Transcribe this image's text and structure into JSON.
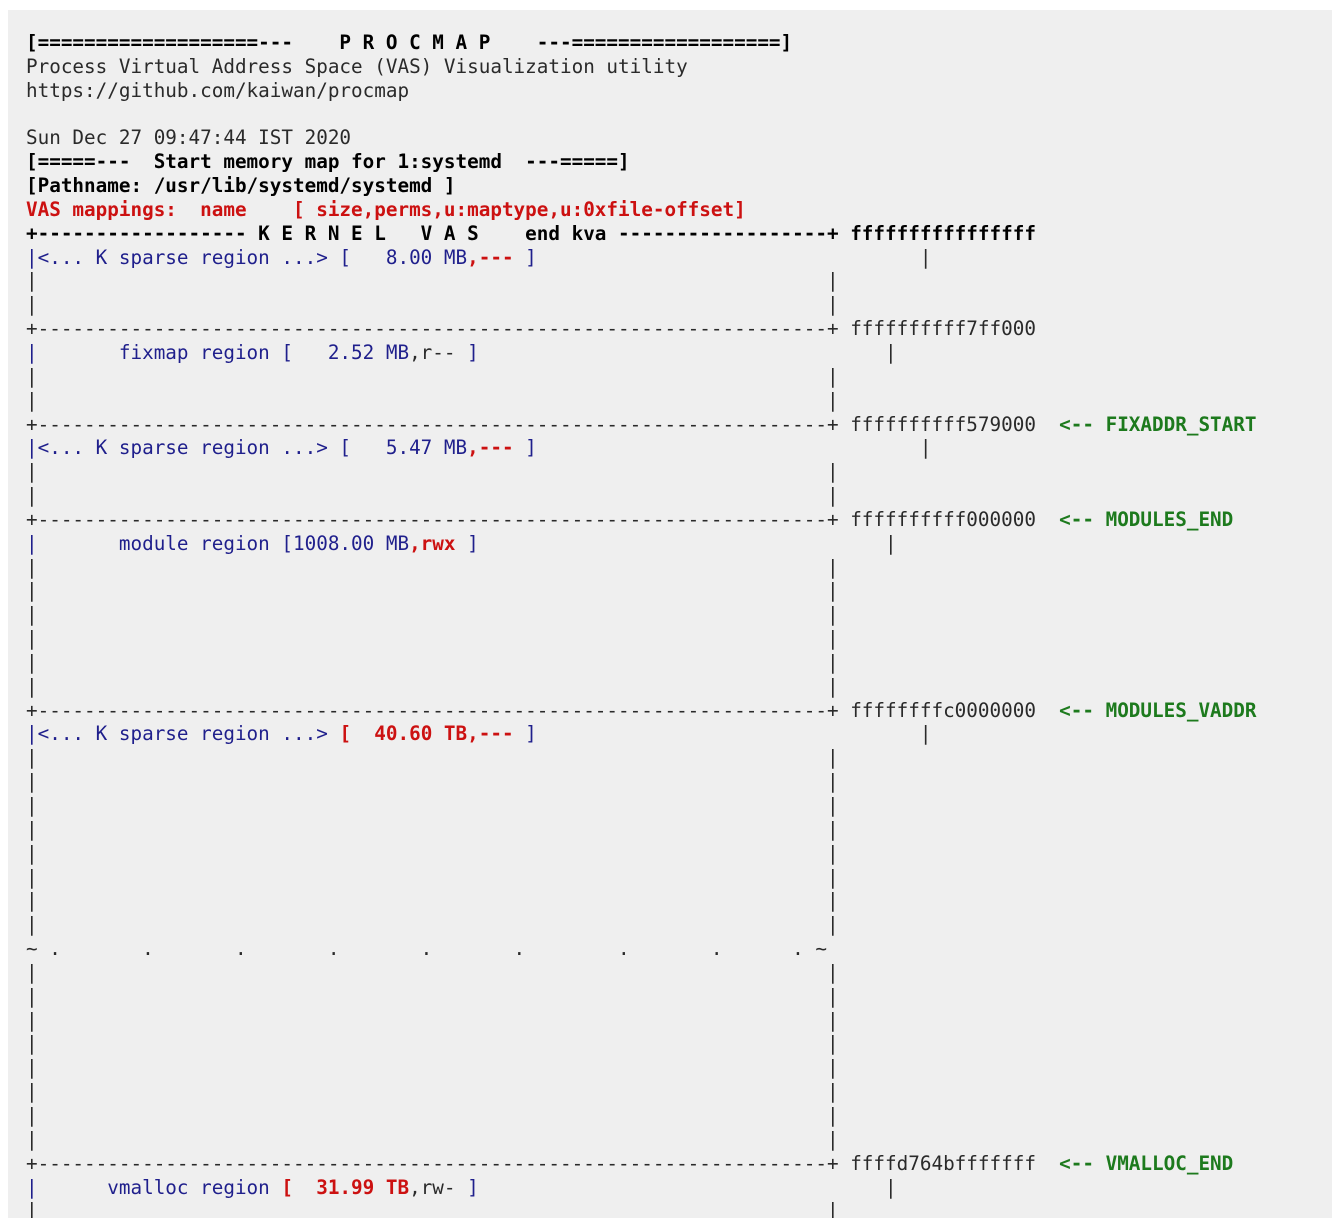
{
  "colors": {
    "background": "#efefef",
    "plain": "#2a2a2a",
    "dark": "#000000",
    "red": "#cc1111",
    "blue": "#1f1f8c",
    "green": "#1d7a1d"
  },
  "lines": [
    {
      "name": "banner-line",
      "segments": [
        {
          "text": "[===================---    P R O C M A P    ---==================]",
          "tone": "dark",
          "bold": true
        }
      ]
    },
    {
      "name": "subtitle-line",
      "segments": [
        {
          "text": "Process Virtual Address Space (VAS) Visualization utility",
          "tone": "plain"
        }
      ]
    },
    {
      "name": "url-line",
      "segments": [
        {
          "text": "https://github.com/kaiwan/procmap",
          "tone": "plain"
        }
      ]
    },
    {
      "name": "blank-line",
      "segments": [
        {
          "text": "",
          "tone": "plain"
        }
      ]
    },
    {
      "name": "timestamp-line",
      "segments": [
        {
          "text": "Sun Dec 27 09:47:44 IST 2020",
          "tone": "plain"
        }
      ]
    },
    {
      "name": "map-start-line",
      "segments": [
        {
          "text": "[=====---  Start memory map for 1:systemd  ---=====]",
          "tone": "dark",
          "bold": true
        }
      ]
    },
    {
      "name": "pathname-line",
      "segments": [
        {
          "text": "[Pathname: /usr/lib/systemd/systemd ]",
          "tone": "dark",
          "bold": true
        }
      ]
    },
    {
      "name": "legend-line",
      "segments": [
        {
          "text": "VAS mappings:  name    [ size,perms,u:maptype,u:0xfile-offset]",
          "tone": "red",
          "bold": true
        }
      ]
    },
    {
      "name": "kernel-vas-header",
      "segments": [
        {
          "text": "+------------------ K E R N E L   V A S    end kva ------------------+ ",
          "tone": "dark",
          "bold": true
        },
        {
          "text": "ffffffffffffffff",
          "tone": "dark",
          "bold": true
        }
      ]
    },
    {
      "name": "k-sparse-region-1",
      "segments": [
        {
          "text": "|<... K sparse region ...> [   8.00 MB",
          "tone": "blue"
        },
        {
          "text": ",---",
          "tone": "red",
          "bold": true
        },
        {
          "text": " ]",
          "tone": "blue"
        },
        {
          "text": "                                 |",
          "tone": "plain"
        }
      ]
    },
    {
      "name": "gap-line",
      "segments": [
        {
          "text": "|                                                                    |",
          "tone": "plain"
        }
      ]
    },
    {
      "name": "gap-line",
      "segments": [
        {
          "text": "|                                                                    |",
          "tone": "plain"
        }
      ]
    },
    {
      "name": "boundary-line",
      "segments": [
        {
          "text": "+--------------------------------------------------------------------+ ",
          "tone": "plain"
        },
        {
          "text": "ffffffffff7ff000",
          "tone": "plain"
        }
      ]
    },
    {
      "name": "fixmap-region",
      "segments": [
        {
          "text": "|       fixmap region [   2.52 MB",
          "tone": "blue"
        },
        {
          "text": ",r--",
          "tone": "plain"
        },
        {
          "text": " ]",
          "tone": "blue"
        },
        {
          "text": "                                   |",
          "tone": "plain"
        }
      ]
    },
    {
      "name": "gap-line",
      "segments": [
        {
          "text": "|                                                                    |",
          "tone": "plain"
        }
      ]
    },
    {
      "name": "gap-line",
      "segments": [
        {
          "text": "|                                                                    |",
          "tone": "plain"
        }
      ]
    },
    {
      "name": "boundary-line",
      "segments": [
        {
          "text": "+--------------------------------------------------------------------+ ",
          "tone": "plain"
        },
        {
          "text": "ffffffffff579000",
          "tone": "plain"
        },
        {
          "text": "  <-- FIXADDR_START",
          "tone": "green",
          "bold": true
        }
      ]
    },
    {
      "name": "k-sparse-region-2",
      "segments": [
        {
          "text": "|<... K sparse region ...> [   5.47 MB",
          "tone": "blue"
        },
        {
          "text": ",---",
          "tone": "red",
          "bold": true
        },
        {
          "text": " ]",
          "tone": "blue"
        },
        {
          "text": "                                 |",
          "tone": "plain"
        }
      ]
    },
    {
      "name": "gap-line",
      "segments": [
        {
          "text": "|                                                                    |",
          "tone": "plain"
        }
      ]
    },
    {
      "name": "gap-line",
      "segments": [
        {
          "text": "|                                                                    |",
          "tone": "plain"
        }
      ]
    },
    {
      "name": "boundary-line",
      "segments": [
        {
          "text": "+--------------------------------------------------------------------+ ",
          "tone": "plain"
        },
        {
          "text": "ffffffffff000000",
          "tone": "plain"
        },
        {
          "text": "  <-- MODULES_END",
          "tone": "green",
          "bold": true
        }
      ]
    },
    {
      "name": "module-region",
      "segments": [
        {
          "text": "|       module region [1008.00 MB",
          "tone": "blue"
        },
        {
          "text": ",rwx",
          "tone": "red",
          "bold": true
        },
        {
          "text": " ]",
          "tone": "blue"
        },
        {
          "text": "                                   |",
          "tone": "plain"
        }
      ]
    },
    {
      "name": "gap-line",
      "segments": [
        {
          "text": "|                                                                    |",
          "tone": "plain"
        }
      ]
    },
    {
      "name": "gap-line",
      "segments": [
        {
          "text": "|                                                                    |",
          "tone": "plain"
        }
      ]
    },
    {
      "name": "gap-line",
      "segments": [
        {
          "text": "|                                                                    |",
          "tone": "plain"
        }
      ]
    },
    {
      "name": "gap-line",
      "segments": [
        {
          "text": "|                                                                    |",
          "tone": "plain"
        }
      ]
    },
    {
      "name": "gap-line",
      "segments": [
        {
          "text": "|                                                                    |",
          "tone": "plain"
        }
      ]
    },
    {
      "name": "gap-line",
      "segments": [
        {
          "text": "|                                                                    |",
          "tone": "plain"
        }
      ]
    },
    {
      "name": "boundary-line",
      "segments": [
        {
          "text": "+--------------------------------------------------------------------+ ",
          "tone": "plain"
        },
        {
          "text": "ffffffffc0000000",
          "tone": "plain"
        },
        {
          "text": "  <-- MODULES_VADDR",
          "tone": "green",
          "bold": true
        }
      ]
    },
    {
      "name": "k-sparse-region-3",
      "segments": [
        {
          "text": "|<... K sparse region ...> ",
          "tone": "blue"
        },
        {
          "text": "[  40.60 TB",
          "tone": "red",
          "bold": true
        },
        {
          "text": ",---",
          "tone": "red",
          "bold": true
        },
        {
          "text": " ]",
          "tone": "blue"
        },
        {
          "text": "                                 |",
          "tone": "plain"
        }
      ]
    },
    {
      "name": "gap-line",
      "segments": [
        {
          "text": "|                                                                    |",
          "tone": "plain"
        }
      ]
    },
    {
      "name": "gap-line",
      "segments": [
        {
          "text": "|                                                                    |",
          "tone": "plain"
        }
      ]
    },
    {
      "name": "gap-line",
      "segments": [
        {
          "text": "|                                                                    |",
          "tone": "plain"
        }
      ]
    },
    {
      "name": "gap-line",
      "segments": [
        {
          "text": "|                                                                    |",
          "tone": "plain"
        }
      ]
    },
    {
      "name": "gap-line",
      "segments": [
        {
          "text": "|                                                                    |",
          "tone": "plain"
        }
      ]
    },
    {
      "name": "gap-line",
      "segments": [
        {
          "text": "|                                                                    |",
          "tone": "plain"
        }
      ]
    },
    {
      "name": "gap-line",
      "segments": [
        {
          "text": "|                                                                    |",
          "tone": "plain"
        }
      ]
    },
    {
      "name": "gap-line",
      "segments": [
        {
          "text": "|                                                                    |",
          "tone": "plain"
        }
      ]
    },
    {
      "name": "elision-line",
      "segments": [
        {
          "text": "~ .       .       .       .       .       .        .       .      . ~",
          "tone": "plain"
        }
      ]
    },
    {
      "name": "gap-line",
      "segments": [
        {
          "text": "|                                                                    |",
          "tone": "plain"
        }
      ]
    },
    {
      "name": "gap-line",
      "segments": [
        {
          "text": "|                                                                    |",
          "tone": "plain"
        }
      ]
    },
    {
      "name": "gap-line",
      "segments": [
        {
          "text": "|                                                                    |",
          "tone": "plain"
        }
      ]
    },
    {
      "name": "gap-line",
      "segments": [
        {
          "text": "|                                                                    |",
          "tone": "plain"
        }
      ]
    },
    {
      "name": "gap-line",
      "segments": [
        {
          "text": "|                                                                    |",
          "tone": "plain"
        }
      ]
    },
    {
      "name": "gap-line",
      "segments": [
        {
          "text": "|                                                                    |",
          "tone": "plain"
        }
      ]
    },
    {
      "name": "gap-line",
      "segments": [
        {
          "text": "|                                                                    |",
          "tone": "plain"
        }
      ]
    },
    {
      "name": "gap-line",
      "segments": [
        {
          "text": "|                                                                    |",
          "tone": "plain"
        }
      ]
    },
    {
      "name": "boundary-line",
      "segments": [
        {
          "text": "+--------------------------------------------------------------------+ ",
          "tone": "plain"
        },
        {
          "text": "ffffd764bfffffff",
          "tone": "plain"
        },
        {
          "text": "  <-- VMALLOC_END",
          "tone": "green",
          "bold": true
        }
      ]
    },
    {
      "name": "vmalloc-region",
      "segments": [
        {
          "text": "|      vmalloc region ",
          "tone": "blue"
        },
        {
          "text": "[  31.99 TB",
          "tone": "red",
          "bold": true
        },
        {
          "text": ",rw-",
          "tone": "plain"
        },
        {
          "text": " ]",
          "tone": "blue"
        },
        {
          "text": "                                   |",
          "tone": "plain"
        }
      ]
    },
    {
      "name": "gap-line",
      "segments": [
        {
          "text": "|                                                                    |",
          "tone": "plain"
        }
      ]
    }
  ]
}
